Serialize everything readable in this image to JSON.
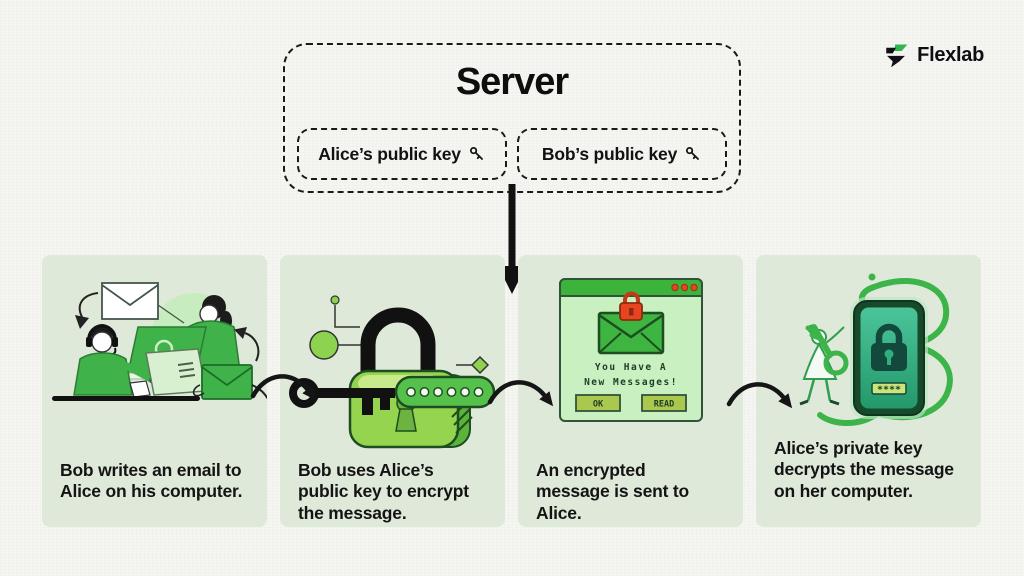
{
  "brand": {
    "name": "Flexlab"
  },
  "server": {
    "title": "Server",
    "key_boxes": [
      {
        "label": "Alice’s public key",
        "icon": "key-icon"
      },
      {
        "label": "Bob’s public key",
        "icon": "key-icon"
      }
    ]
  },
  "steps": [
    {
      "caption": "Bob writes an email to Alice on his computer.",
      "illustration": "bob-writes-email-illustration"
    },
    {
      "caption": "Bob uses Alice’s public key to encrypt the message.",
      "illustration": "padlock-key-illustration"
    },
    {
      "caption": "An encrypted message is sent to Alice.",
      "illustration": "encrypted-message-window-illustration",
      "window": {
        "line1": "You Have A",
        "line2": "New Messages!",
        "ok_label": "OK",
        "read_label": "READ"
      }
    },
    {
      "caption": "Alice’s private key decrypts the message on her computer.",
      "illustration": "alice-decrypts-phone-illustration",
      "phone": {
        "password_mask": "****"
      }
    }
  ],
  "colors": {
    "accent_green": "#3cb44a",
    "card_background": "#dfe9da",
    "window_green": "#c9f0c1",
    "lock_green": "#94d44e",
    "alert_red": "#e8441f",
    "ink": "#141414"
  }
}
